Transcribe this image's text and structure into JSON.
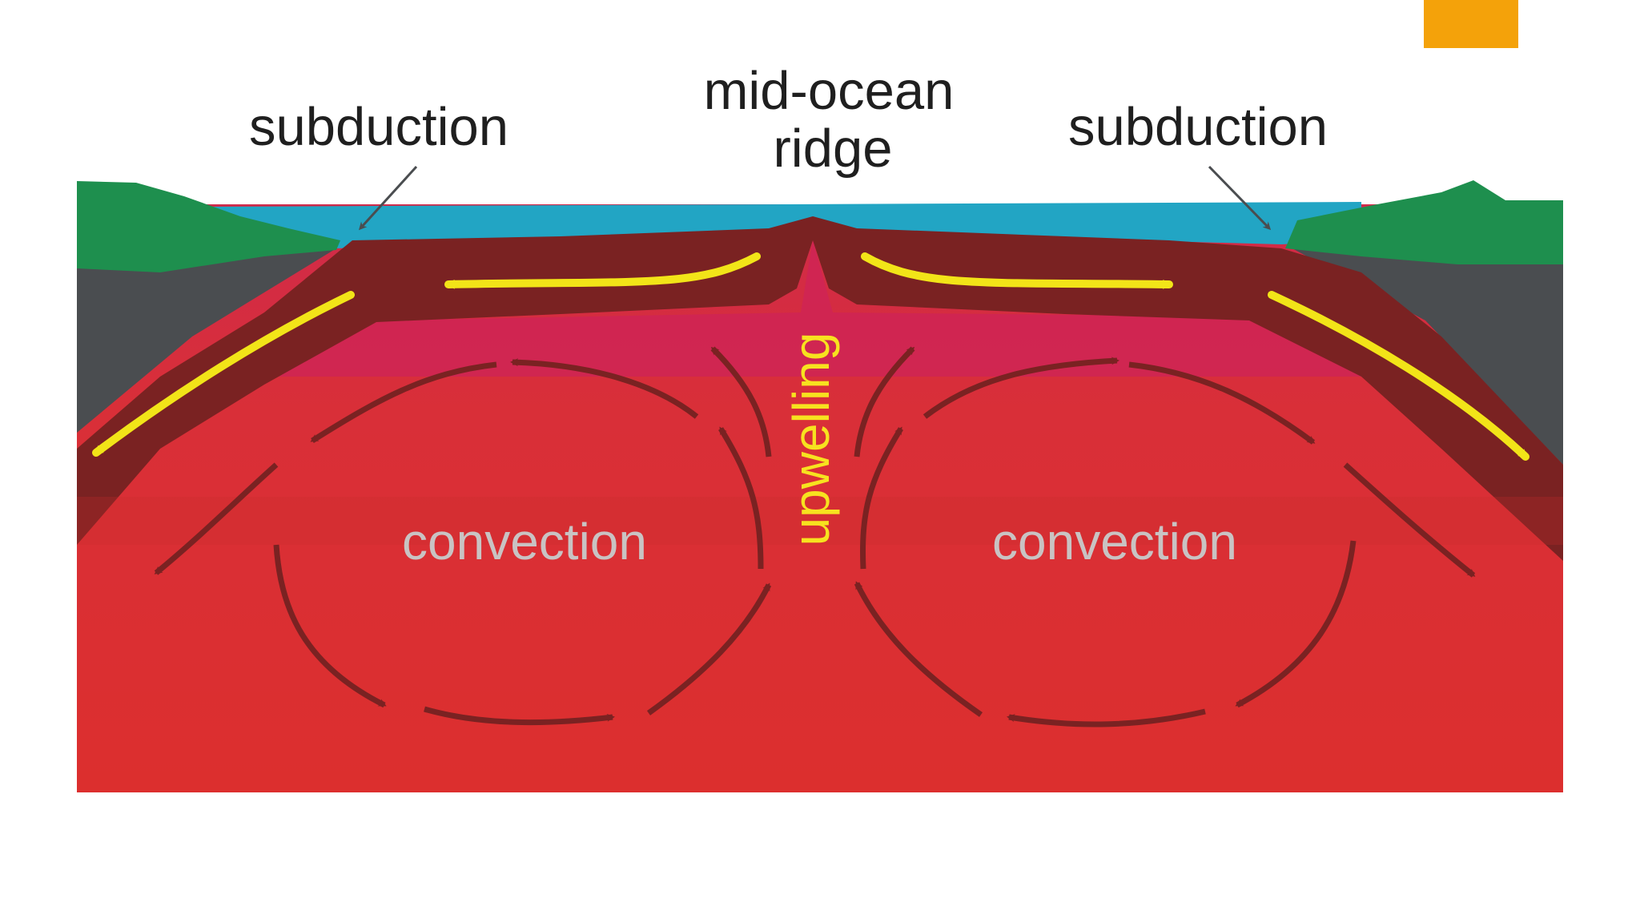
{
  "labels": {
    "subduction_left": "subduction",
    "ridge_line1": "mid-ocean",
    "ridge_line2": "ridge",
    "subduction_right": "subduction",
    "convection_left": "convection",
    "convection_right": "convection",
    "upwelling": "upwelling"
  },
  "colors": {
    "accent_tab": "#f4a20a",
    "ocean": "#22a5c4",
    "continent": "#1e8f4e",
    "continental_crust": "#4a4d50",
    "lithosphere": "#7a2222",
    "upper_mantle": "#cf2455",
    "mantle": "#db3030",
    "plate_motion_arrow": "#f2e418",
    "convection_arrow": "#7a2222"
  }
}
